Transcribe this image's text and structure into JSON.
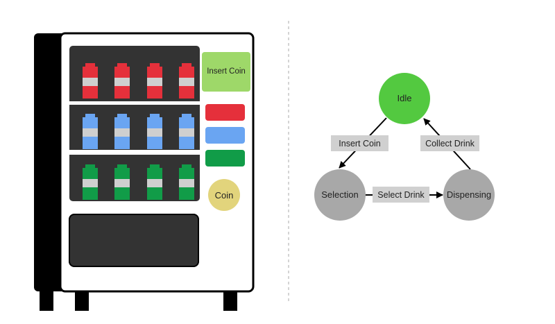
{
  "colors": {
    "machine_body": "#ffffff",
    "machine_outline": "#000000",
    "shelf_bg": "#333333",
    "insert_coin_button": "#9ed869",
    "red": "#e5303b",
    "blue": "#6aa5f2",
    "green": "#119c48",
    "can_band": "#cfcfcf",
    "coin": "#e2d47c",
    "divider": "#aaaaaa",
    "state_active": "#53c940",
    "state_inactive": "#a8a8a8",
    "edge_label_bg": "#d0d0d0"
  },
  "machine": {
    "insert_coin_label": "Insert Coin",
    "coin_label": "Coin",
    "shelves": [
      {
        "color": "red",
        "cans": 4
      },
      {
        "color": "blue",
        "cans": 4
      },
      {
        "color": "green",
        "cans": 4
      }
    ],
    "selection_buttons": [
      "red",
      "blue",
      "green"
    ]
  },
  "diagram": {
    "active_state": "idle",
    "states": {
      "idle": "Idle",
      "selection": "Selection",
      "dispensing": "Dispensing"
    },
    "transitions": {
      "insert_coin": "Insert Coin",
      "select_drink": "Select Drink",
      "collect_drink": "Collect Drink"
    }
  }
}
